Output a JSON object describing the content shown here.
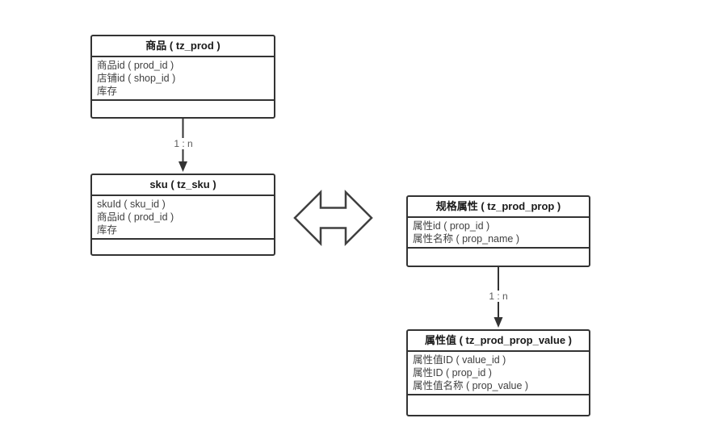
{
  "diagram": {
    "type": "entity-relationship",
    "colors": {
      "background": "#ffffff",
      "border": "#333333",
      "field_text": "#404040",
      "title_text": "#1a1a1a",
      "edge_label_text": "#595959"
    },
    "tables": [
      {
        "id": "prod",
        "title": "商品 ( tz_prod )",
        "fields": [
          "商品id ( prod_id )",
          "店铺id ( shop_id )",
          "库存"
        ]
      },
      {
        "id": "sku",
        "title": "sku ( tz_sku )",
        "fields": [
          "skuId ( sku_id )",
          "商品id ( prod_id )",
          "库存"
        ]
      },
      {
        "id": "prod_prop",
        "title": "规格属性 ( tz_prod_prop )",
        "fields": [
          "属性id ( prop_id )",
          "属性名称 ( prop_name )"
        ]
      },
      {
        "id": "prod_prop_value",
        "title": "属性值 ( tz_prod_prop_value )",
        "fields": [
          "属性值ID ( value_id )",
          "属性ID ( prop_id )",
          "属性值名称 ( prop_value )"
        ]
      }
    ],
    "connectors": [
      {
        "from": "商品 ( tz_prod )",
        "to": "sku ( tz_sku )",
        "label": "1 : n",
        "style": "arrow-down"
      },
      {
        "from": "规格属性 ( tz_prod_prop )",
        "to": "属性值 ( tz_prod_prop_value )",
        "label": "1 : n",
        "style": "arrow-down"
      },
      {
        "from": "sku ( tz_sku )",
        "to": "规格属性 ( tz_prod_prop )",
        "label": "",
        "style": "double-headed-block-arrow"
      }
    ]
  }
}
